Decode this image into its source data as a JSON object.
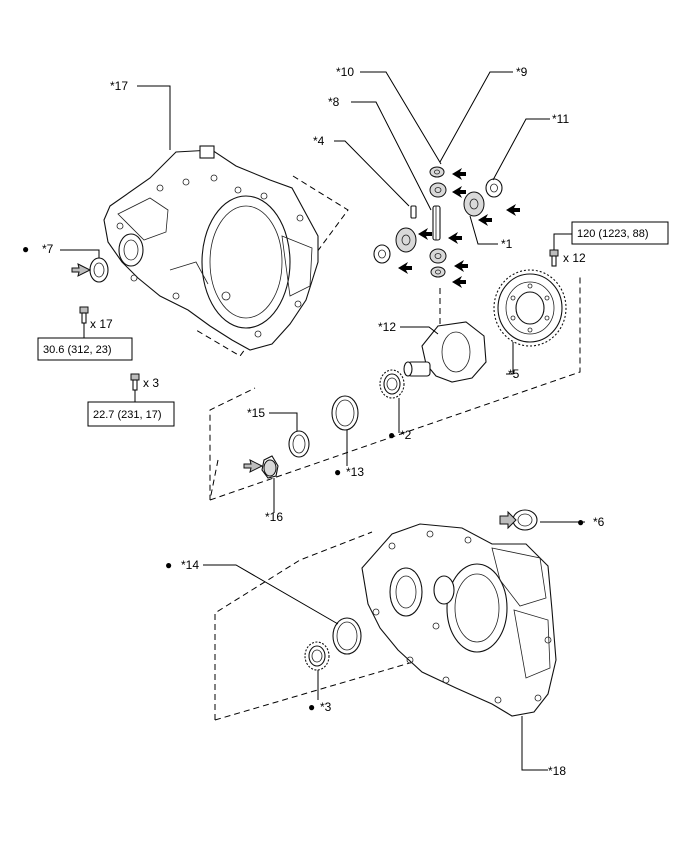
{
  "callouts": {
    "c1": "*1",
    "c2": "*2",
    "c3": "*3",
    "c4": "*4",
    "c5": "*5",
    "c6": "*6",
    "c7": "*7",
    "c8": "*8",
    "c9": "*9",
    "c10": "*10",
    "c11": "*11",
    "c12": "*12",
    "c13": "*13",
    "c14": "*14",
    "c15": "*15",
    "c16": "*16",
    "c17": "*17",
    "c18": "*18"
  },
  "bullet": "●",
  "torque": {
    "ring_gear_bolt": "120 (1223, 88)",
    "case_bolt_a": "30.6 (312, 23)",
    "case_bolt_b": "22.7 (231, 17)"
  },
  "quantities": {
    "ring_gear_bolt": "x 12",
    "case_bolt_a": "x 17",
    "case_bolt_b": "x 3"
  }
}
